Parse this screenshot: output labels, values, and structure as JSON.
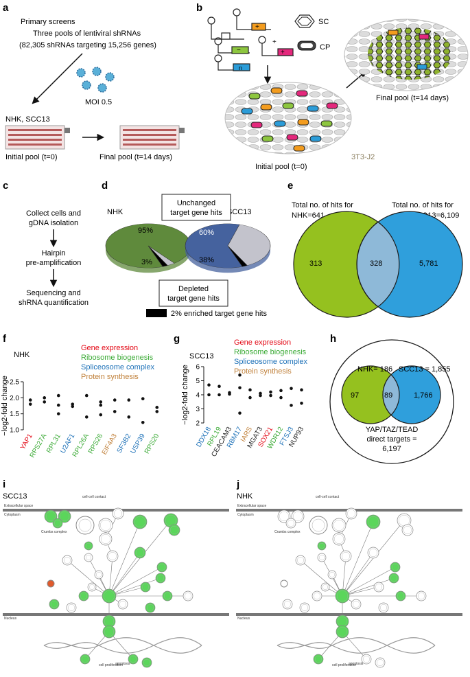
{
  "panels": {
    "a": "a",
    "b": "b",
    "c": "c",
    "d": "d",
    "e": "e",
    "f": "f",
    "g": "g",
    "h": "h",
    "i": "i",
    "j": "j"
  },
  "a": {
    "line1": "Primary screens",
    "line2": "Three pools of lentiviral shRNAs",
    "line3": "(82,305 shRNAs targeting 15,256 genes)",
    "moi": "MOI 0.5",
    "cells": "NHK, SCC13",
    "initial": "Initial pool (t=0)",
    "final": "Final pool (t=14 days)"
  },
  "b": {
    "sc": "SC",
    "cp": "CP",
    "plus": "+",
    "n": "n",
    "fibro": "3T3-J2",
    "initial": "Initial pool (t=0)",
    "final": "Final pool (t=14 days)"
  },
  "c": {
    "step1a": "Collect cells and",
    "step1b": "gDNA isolation",
    "step2a": "Hairpin",
    "step2b": "pre-amplification",
    "step3a": "Sequencing and",
    "step3b": "shRNA quantification"
  },
  "d": {
    "nhk": "NHK",
    "scc13": "SCC13",
    "unch1": "Unchanged",
    "unch2": "target gene hits",
    "depl1": "Depleted",
    "depl2": "target gene hits",
    "nhk_unchanged": "95%",
    "nhk_depleted": "3%",
    "scc_unchanged": "60%",
    "scc_depleted": "38%",
    "enriched": "2% enriched target gene hits",
    "colors": {
      "nhk": "#5f8a3c",
      "scc": "#45629e",
      "depleted": "#c3c3cc",
      "enriched": "#000000"
    }
  },
  "e": {
    "nhk1": "Total no. of hits for",
    "nhk2": "NHK=641",
    "scc1": "Total no. of hits for",
    "scc2": "SCC13=6,109",
    "left": "313",
    "overlap": "328",
    "right": "5,781",
    "colors": {
      "green": "#95c11f",
      "blue": "#2f9fdc",
      "overlap": "#8eb9d8"
    }
  },
  "legend": {
    "gene": "Gene expression",
    "ribo": "Ribosome biogenesis",
    "splice": "Spliceosome complex",
    "protein": "Protein synthesis",
    "colors": {
      "gene": "#e30613",
      "ribo": "#3aaa35",
      "splice": "#1d71b8",
      "protein": "#c0803a"
    }
  },
  "chart_data": [
    {
      "type": "scatter",
      "title": "NHK",
      "ylabel": "−log2-fold change",
      "ylim": [
        1.0,
        2.5
      ],
      "yticks": [
        "1.0",
        "1.5",
        "2.0",
        "2.5"
      ],
      "categories": [
        "YAP1",
        "RPS27A",
        "RPL31",
        "U2AF1",
        "RPL26A",
        "RPS26",
        "EIF4A3",
        "SF3B2",
        "USP39",
        "RPS20"
      ],
      "category_colors": [
        "#e30613",
        "#3aaa35",
        "#3aaa35",
        "#1d71b8",
        "#3aaa35",
        "#3aaa35",
        "#c0803a",
        "#1d71b8",
        "#1d71b8",
        "#3aaa35"
      ],
      "points": [
        [
          1.93,
          1.8
        ],
        [
          2.0,
          1.87
        ],
        [
          2.07,
          1.77,
          1.5
        ],
        [
          1.8,
          1.73
        ],
        [
          2.07,
          1.4
        ],
        [
          1.87,
          1.77,
          1.47
        ],
        [
          1.93,
          1.57
        ],
        [
          1.93,
          1.4
        ],
        [
          1.97,
          1.23
        ],
        [
          1.7,
          1.57
        ]
      ]
    },
    {
      "type": "scatter",
      "title": "SCC13",
      "ylabel": "−log2-fold change",
      "ylim": [
        2,
        6
      ],
      "yticks": [
        "2",
        "3",
        "4",
        "5",
        "6"
      ],
      "categories": [
        "DDX18",
        "RPL19",
        "CEACAM3",
        "RBM17",
        "IARS",
        "MGAT3",
        "SOX21",
        "WDR12",
        "FTSJ3",
        "NUP93"
      ],
      "category_colors": [
        "#1d71b8",
        "#3aaa35",
        "#222222",
        "#1d71b8",
        "#c0803a",
        "#222222",
        "#e30613",
        "#3aaa35",
        "#1d71b8",
        "#222222"
      ],
      "points": [
        [
          4.7,
          4.0
        ],
        [
          4.6,
          4.0
        ],
        [
          4.15,
          4.05
        ],
        [
          5.4,
          4.5,
          2.7
        ],
        [
          4.35,
          3.8
        ],
        [
          4.1,
          3.95
        ],
        [
          4.2,
          3.95
        ],
        [
          4.3,
          3.8
        ],
        [
          4.45,
          3.25
        ],
        [
          4.35,
          3.4
        ]
      ]
    }
  ],
  "h": {
    "nhk": "NHK= 186",
    "scc": "SCC13 = 1,855",
    "left": "97",
    "overlap": "89",
    "right": "1,766",
    "yap1": "YAP/TAZ/TEAD",
    "yap2": "direct targets =",
    "yap3": "6,197"
  },
  "pathway": {
    "i_title": "SCC13",
    "j_title": "NHK",
    "extracellular": "Extracellular space",
    "cytoplasm": "Cytoplasm",
    "nucleus": "Nucleus",
    "crumbs": "Crumbs complex",
    "cell_contact": "cell-cell contact",
    "proliferation": "cell proliferation",
    "apoptosis": "apoptosis",
    "highlight": "#5bd65b"
  }
}
